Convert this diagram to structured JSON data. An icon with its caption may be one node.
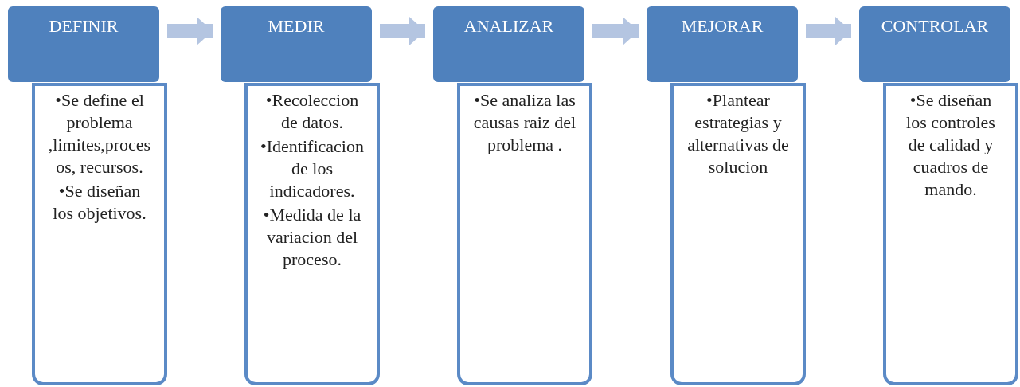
{
  "diagram": {
    "nodes": [
      {
        "text": [
          "DEFINIR"
        ]
      },
      {
        "text": [
          "•Se define el problema ,limites,procesos, recursos.",
          "•Se diseñan los objetivos."
        ]
      },
      {
        "text": [
          "MEDIR"
        ]
      },
      {
        "text": [
          "•Recoleccion de datos.",
          "•Identificacion de los indicadores.",
          "•Medida de la variacion del proceso."
        ]
      },
      {
        "text": [
          "ANALIZAR"
        ]
      },
      {
        "text": [
          "•Se analiza las causas raiz del problema ."
        ]
      },
      {
        "text": [
          "MEJORAR"
        ]
      },
      {
        "text": [
          "•Plantear estrategias y alternativas de solucion"
        ]
      },
      {
        "text": [
          "CONTROLAR"
        ]
      },
      {
        "text": [
          "•Se diseñan los controles de calidad y cuadros de mando."
        ]
      }
    ],
    "edges": [
      {
        "from": 0,
        "to": 2,
        "arrow": "to"
      },
      {
        "from": 2,
        "to": 4,
        "arrow": "to"
      },
      {
        "from": 4,
        "to": 6,
        "arrow": "to"
      },
      {
        "from": 6,
        "to": 8,
        "arrow": "to"
      }
    ]
  }
}
